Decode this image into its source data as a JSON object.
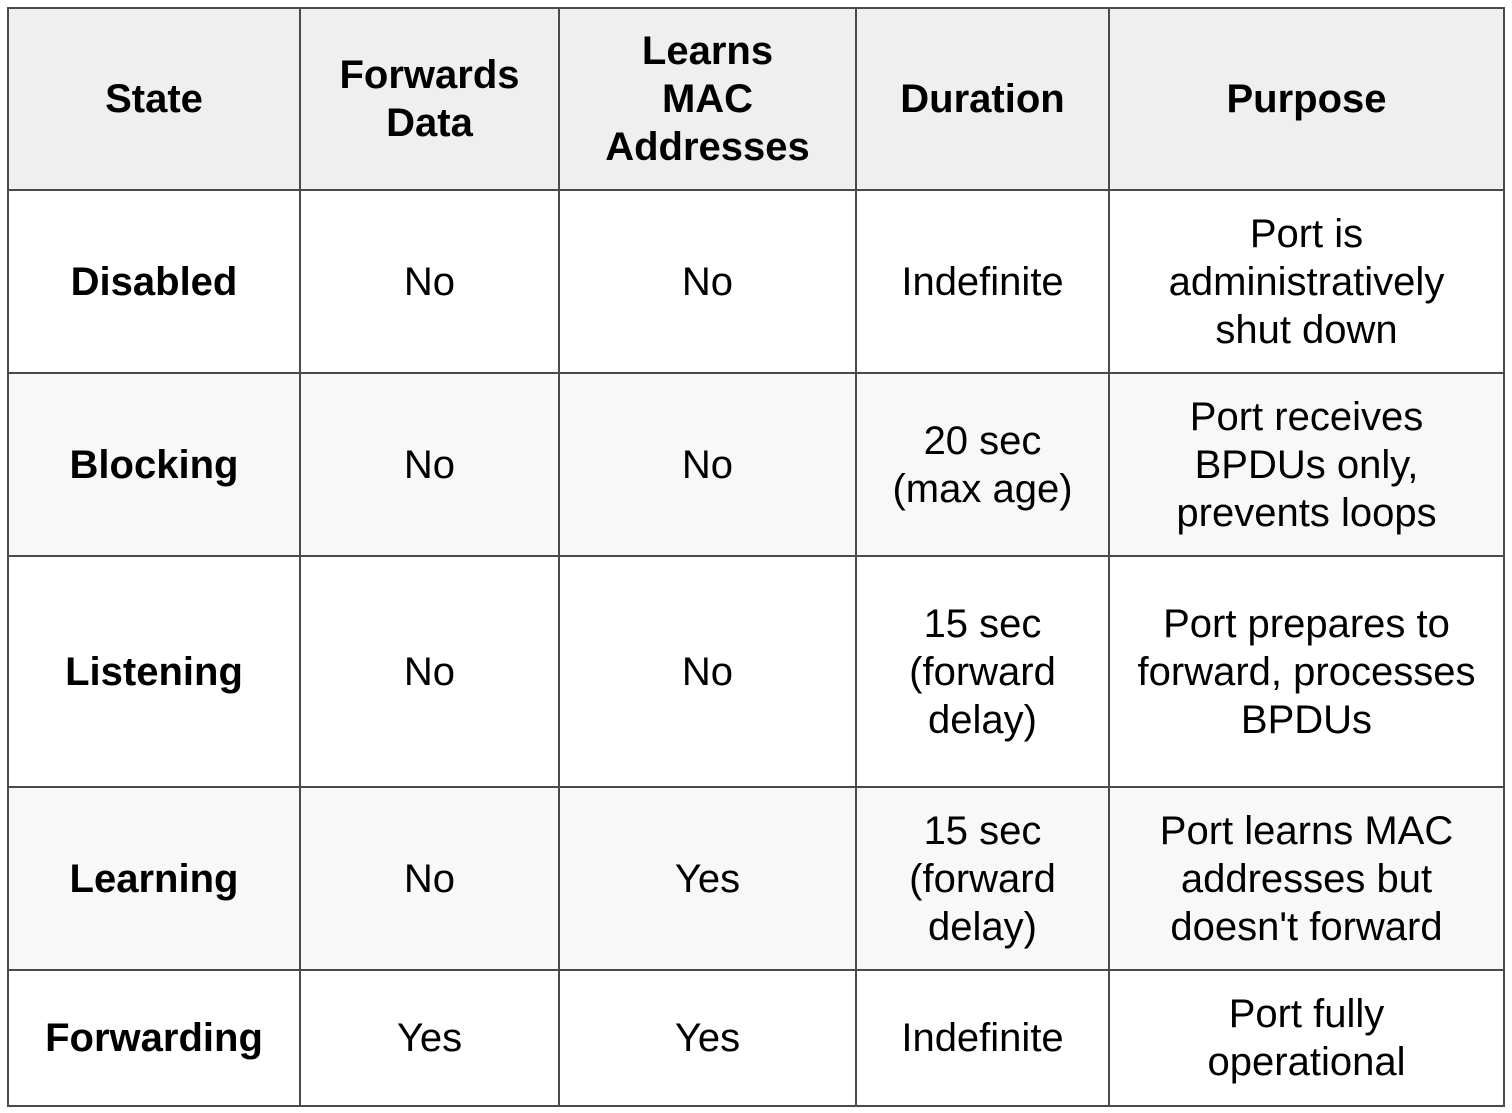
{
  "table": {
    "headers": [
      "State",
      "Forwards Data",
      "Learns MAC Addresses",
      "Duration",
      "Purpose"
    ],
    "rows": [
      {
        "state": "Disabled",
        "forwards_data": "No",
        "learns_mac": "No",
        "duration": "Indefinite",
        "purpose": "Port is administratively shut down"
      },
      {
        "state": "Blocking",
        "forwards_data": "No",
        "learns_mac": "No",
        "duration": "20 sec (max age)",
        "purpose": "Port receives BPDUs only, prevents loops"
      },
      {
        "state": "Listening",
        "forwards_data": "No",
        "learns_mac": "No",
        "duration": "15 sec (forward delay)",
        "purpose": "Port prepares to forward, processes BPDUs"
      },
      {
        "state": "Learning",
        "forwards_data": "No",
        "learns_mac": "Yes",
        "duration": "15 sec (forward delay)",
        "purpose": "Port learns MAC addresses but doesn't forward"
      },
      {
        "state": "Forwarding",
        "forwards_data": "Yes",
        "learns_mac": "Yes",
        "duration": "Indefinite",
        "purpose": "Port fully operational"
      }
    ]
  }
}
